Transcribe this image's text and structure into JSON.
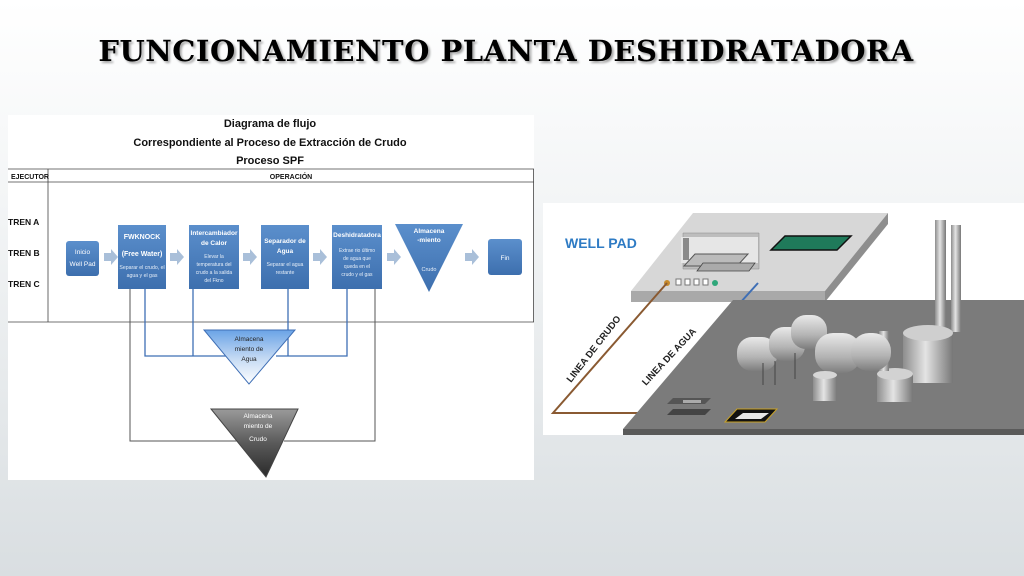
{
  "slide": {
    "title": "FUNCIONAMIENTO PLANTA DESHIDRATADORA"
  },
  "flow_diagram": {
    "title_lines": [
      "Diagrama de flujo",
      "Correspondiente al Proceso de Extracción de Crudo",
      "Proceso SPF"
    ],
    "header": {
      "col1": "EJECUTOR",
      "col2": "OPERACIÓN"
    },
    "executors": [
      "TREN A",
      "TREN B",
      "TREN C"
    ],
    "steps": [
      {
        "title": [
          "Inicio",
          "Well Pad"
        ],
        "desc": []
      },
      {
        "title": [
          "FWKNOCK",
          "(Free Water)"
        ],
        "desc": [
          "Separar el crudo, el",
          "agua y el gas"
        ]
      },
      {
        "title": [
          "Intercambiador",
          "de Calor"
        ],
        "desc": [
          "Elevar la",
          "temperatura del",
          "crudo a la salida",
          "del Fkno"
        ]
      },
      {
        "title": [
          "Separador de",
          "Agua"
        ],
        "desc": [
          "Separar el agua",
          "restante"
        ]
      },
      {
        "title": [
          "Deshidratadora"
        ],
        "desc": [
          "Extrae rio último",
          "de agua que",
          "queda en el",
          "crudo y el gas"
        ]
      },
      {
        "title": [
          "Almacena",
          "-miento"
        ],
        "desc": [
          "Crudo"
        ]
      },
      {
        "title": [
          "Fin"
        ],
        "desc": []
      }
    ],
    "water_storage": [
      "Almacena",
      "miento de",
      "Agua"
    ],
    "crude_storage": [
      "Almacena",
      "miento de",
      "Crudo"
    ]
  },
  "plant": {
    "well_pad_label": "WELL PAD",
    "crude_line_label": "LINEA DE CRUDO",
    "water_line_label": "LINEA DE AGUA"
  },
  "colors": {
    "box_blue": "#4f81bd",
    "water_line": "#3f6fb5",
    "crude_line": "#8a5a32",
    "well_pad_text": "#2e7bc4"
  }
}
